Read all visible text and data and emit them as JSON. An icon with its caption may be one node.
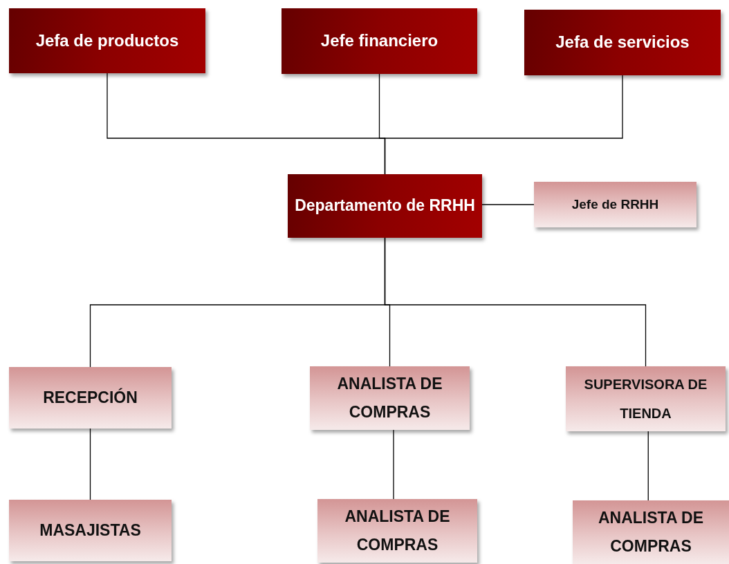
{
  "diagram": {
    "nodes": [
      {
        "text": [
          "Jefa de productos"
        ]
      },
      {
        "text": [
          "Jefe financiero"
        ]
      },
      {
        "text": [
          "Jefa de servicios"
        ]
      },
      {
        "text": [
          "Departamento de RRHH"
        ]
      },
      {
        "text": [
          "Jefe de RRHH"
        ]
      },
      {
        "text": [
          "RECEPCIÓN"
        ]
      },
      {
        "text": [
          "ANALISTA DE COMPRAS"
        ]
      },
      {
        "text": [
          "SUPERVISORA DE TIENDA"
        ]
      },
      {
        "text": [
          "MASAJISTAS"
        ]
      },
      {
        "text": [
          "ANALISTA DE COMPRAS"
        ]
      },
      {
        "text": [
          "ANALISTA DE COMPRAS"
        ]
      }
    ],
    "edges": [
      {
        "from": 0,
        "to": 3,
        "arrow": "none"
      },
      {
        "from": 1,
        "to": 3,
        "arrow": "none"
      },
      {
        "from": 2,
        "to": 3,
        "arrow": "none"
      },
      {
        "from": 3,
        "to": 4,
        "arrow": "none"
      },
      {
        "from": 3,
        "to": 5,
        "arrow": "none"
      },
      {
        "from": 3,
        "to": 6,
        "arrow": "none"
      },
      {
        "from": 3,
        "to": 7,
        "arrow": "none"
      },
      {
        "from": 5,
        "to": 8,
        "arrow": "none"
      },
      {
        "from": 6,
        "to": 9,
        "arrow": "none"
      },
      {
        "from": 7,
        "to": 10,
        "arrow": "none"
      }
    ]
  }
}
